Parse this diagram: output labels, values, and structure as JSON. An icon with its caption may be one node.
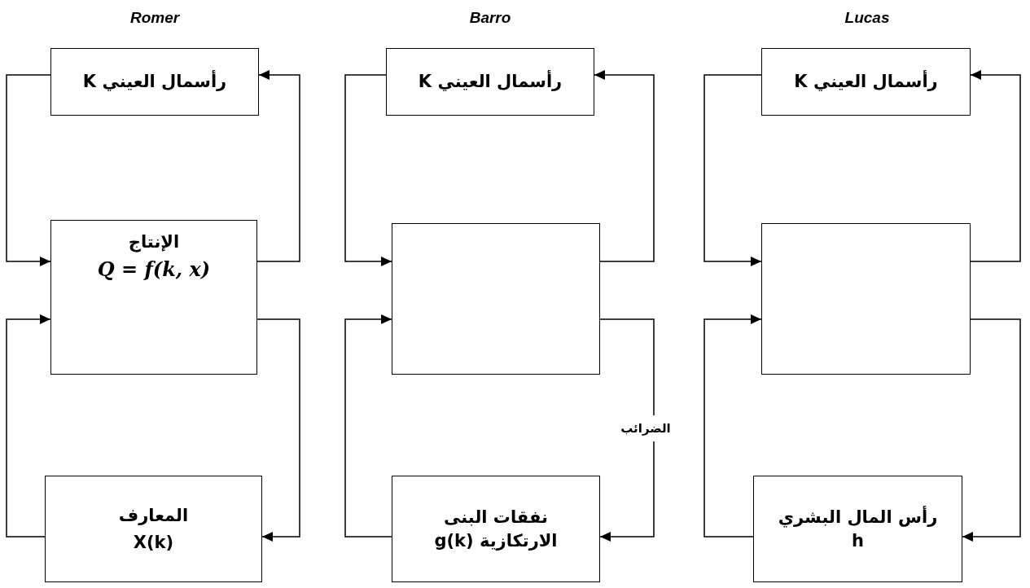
{
  "diagram": {
    "nodes": [
      {
        "text": [
          "رأسمال العيني K"
        ]
      },
      {
        "text": [
          "الإنتاج",
          "Q = f(k, x)"
        ]
      },
      {
        "text": [
          "المعارف",
          "X(k)"
        ]
      },
      {
        "text": [
          "رأسمال العيني K"
        ]
      },
      {
        "text": [],
        "shape": "box"
      },
      {
        "text": [
          "نفقات البنى الارتكازية g(k)"
        ]
      },
      {
        "text": [
          "رأسمال العيني K"
        ]
      },
      {
        "text": [],
        "shape": "box"
      },
      {
        "text": [
          "رأس المال البشري h"
        ]
      }
    ],
    "edges": [
      {
        "from": 0,
        "to": 1,
        "arrow": "to"
      },
      {
        "from": 1,
        "to": 0,
        "arrow": "to"
      },
      {
        "from": 1,
        "to": 2,
        "arrow": "to"
      },
      {
        "from": 2,
        "to": 1,
        "arrow": "to"
      },
      {
        "from": 3,
        "to": 4,
        "arrow": "to"
      },
      {
        "from": 4,
        "to": 3,
        "arrow": "to"
      },
      {
        "from": 4,
        "to": 5,
        "label": "الضرائب",
        "arrow": "to"
      },
      {
        "from": 5,
        "to": 4,
        "arrow": "to"
      },
      {
        "from": 6,
        "to": 7,
        "arrow": "to"
      },
      {
        "from": 7,
        "to": 6,
        "arrow": "to"
      },
      {
        "from": 7,
        "to": 8,
        "arrow": "to"
      },
      {
        "from": 8,
        "to": 7,
        "arrow": "to"
      }
    ],
    "labels": [
      "Romer",
      "Barro",
      "Lucas"
    ]
  }
}
